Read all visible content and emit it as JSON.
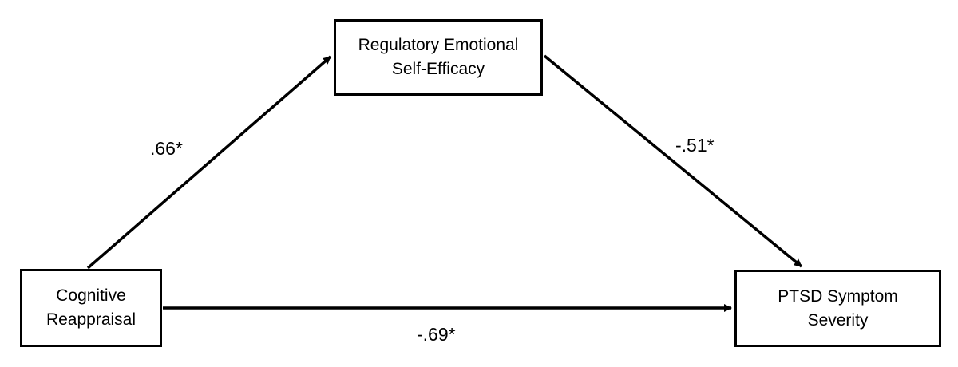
{
  "nodes": {
    "predictor": {
      "lines": [
        "Cognitive",
        "Reappraisal"
      ]
    },
    "mediator": {
      "lines": [
        "Regulatory Emotional",
        "Self-Efficacy"
      ]
    },
    "outcome": {
      "lines": [
        "PTSD Symptom",
        "Severity"
      ]
    }
  },
  "paths": {
    "a": {
      "from": "predictor",
      "to": "mediator",
      "coefficient": ".66*"
    },
    "b": {
      "from": "mediator",
      "to": "outcome",
      "coefficient": "-.51*"
    },
    "c": {
      "from": "predictor",
      "to": "outcome",
      "coefficient": "-.69*"
    }
  },
  "colors": {
    "line": "#000000",
    "box_border": "#000000",
    "background": "#ffffff"
  }
}
